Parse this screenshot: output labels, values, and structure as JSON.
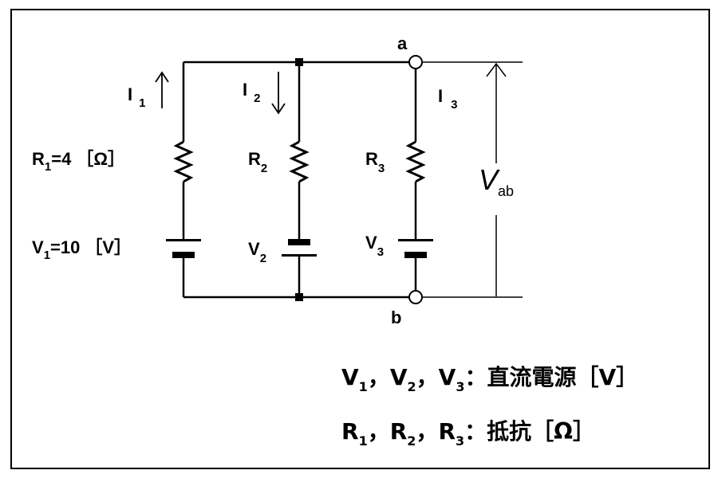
{
  "nodes": {
    "a": "a",
    "b": "b"
  },
  "currents": {
    "i1": {
      "main": "I",
      "sub": "1",
      "arrow": "↑"
    },
    "i2": {
      "main": "I",
      "sub": "2",
      "arrow": "↓"
    },
    "i3": {
      "main": "I",
      "sub": "3"
    }
  },
  "left_branch": {
    "r1_main": "R",
    "r1_sub": "1",
    "r1_value": "=4",
    "r1_unit": "［Ω］",
    "v1_main": "V",
    "v1_sub": "1",
    "v1_value": "=10",
    "v1_unit": "［V］"
  },
  "middle_branch": {
    "r2_main": "R",
    "r2_sub": "2",
    "v2_main": "V",
    "v2_sub": "2"
  },
  "right_branch": {
    "r3_main": "R",
    "r3_sub": "3",
    "v3_main": "V",
    "v3_sub": "3"
  },
  "vab": {
    "main": "V",
    "sub": "ab"
  },
  "legend": {
    "v_terms": [
      {
        "main": "V",
        "sub": "1",
        "sep": "，"
      },
      {
        "main": "V",
        "sub": "2",
        "sep": "，"
      },
      {
        "main": "V",
        "sub": "3",
        "sep": ""
      }
    ],
    "v_desc": "：直流電源［V］",
    "r_terms": [
      {
        "main": "R",
        "sub": "1",
        "sep": "，"
      },
      {
        "main": "R",
        "sub": "2",
        "sep": "，"
      },
      {
        "main": "R",
        "sub": "3",
        "sep": ""
      }
    ],
    "r_desc": "：抵抗［Ω］"
  }
}
